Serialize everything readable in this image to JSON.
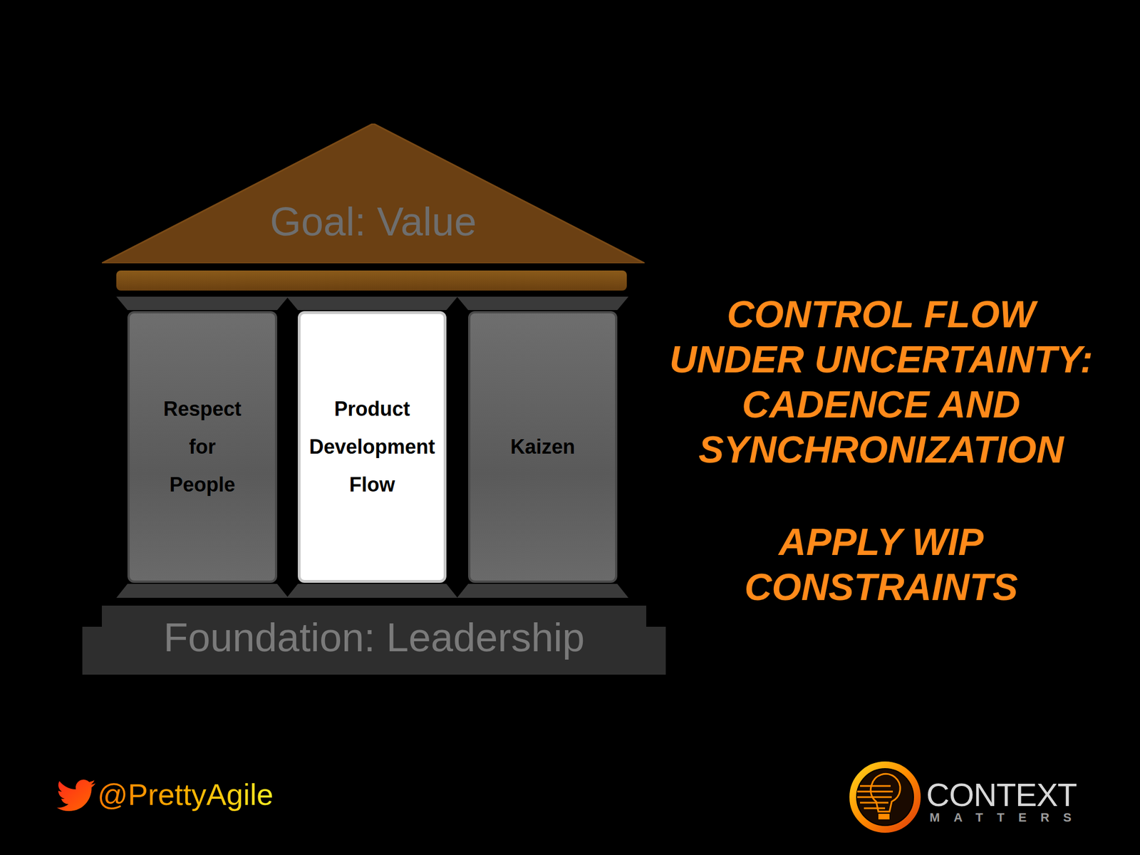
{
  "diagram": {
    "nodes": [
      {
        "text": [
          "Goal: Value"
        ]
      },
      {
        "text": [
          "Respect for People"
        ]
      },
      {
        "text": [
          "Product Development Flow"
        ]
      },
      {
        "text": [
          "Kaizen"
        ]
      },
      {
        "text": [
          "Foundation: Leadership"
        ]
      }
    ],
    "labels": [
      "CONTROL FLOW UNDER UNCERTAINTY: CADENCE AND SYNCHRONIZATION",
      "APPLY WIP CONSTRAINTS",
      "@PrettyAgile",
      "CONTEXT",
      "MATTERS"
    ]
  }
}
